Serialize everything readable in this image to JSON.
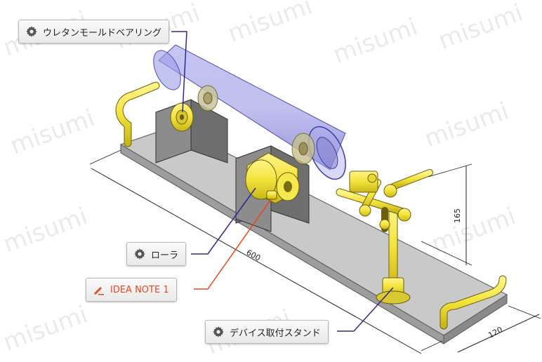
{
  "labels": {
    "urethane_bearing": "ウレタンモールドベアリング",
    "roller": "ローラ",
    "idea_note": "IDEA NOTE 1",
    "device_stand": "デバイス取付スタンド"
  },
  "dimensions": {
    "length": "600",
    "height": "165",
    "width": "120"
  },
  "watermark": "misumi",
  "colors": {
    "yellow": "#f2e33a",
    "base": "#bdbdbd",
    "tube": "#8f8fe0",
    "line_blue": "#2b2b8f",
    "line_orange": "#e8461c"
  }
}
